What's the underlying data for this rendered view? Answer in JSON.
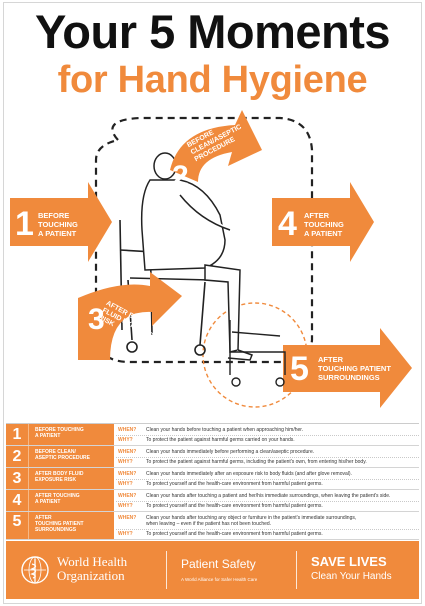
{
  "title": {
    "line1": "Your 5 Moments",
    "line2": "for Hand Hygiene"
  },
  "moments": [
    {
      "num": "1",
      "label_lines": [
        "BEFORE",
        "TOUCHING",
        "A PATIENT"
      ]
    },
    {
      "num": "2",
      "label_lines": [
        "BEFORE",
        "CLEAN/ASEPTIC",
        "PROCEDURE"
      ]
    },
    {
      "num": "3",
      "label_lines": [
        "AFTER BODY",
        "FLUID EXPOSURE",
        "RISK"
      ]
    },
    {
      "num": "4",
      "label_lines": [
        "AFTER",
        "TOUCHING",
        "A PATIENT"
      ]
    },
    {
      "num": "5",
      "label_lines": [
        "AFTER",
        "TOUCHING PATIENT",
        "SURROUNDINGS"
      ]
    }
  ],
  "table": {
    "when_label": "WHEN?",
    "why_label": "WHY?",
    "rows": [
      {
        "num": "1",
        "label_lines": [
          "BEFORE TOUCHING",
          "A PATIENT"
        ],
        "when": "Clean your hands before touching a patient when approaching him/her.",
        "why": "To protect the patient against harmful germs carried on your hands."
      },
      {
        "num": "2",
        "label_lines": [
          "BEFORE CLEAN/",
          "ASEPTIC PROCEDURE"
        ],
        "when": "Clean your hands immediately before performing a clean/aseptic procedure.",
        "why": "To protect the patient against harmful germs, including the patient's own, from entering his/her body."
      },
      {
        "num": "3",
        "label_lines": [
          "AFTER BODY FLUID",
          "EXPOSURE RISK"
        ],
        "when": "Clean your hands immediately after an exposure risk to body fluids (and after glove removal).",
        "why": "To protect yourself and the health-care environment from harmful patient germs."
      },
      {
        "num": "4",
        "label_lines": [
          "AFTER TOUCHING",
          "A PATIENT"
        ],
        "when": "Clean your hands after touching a patient and her/his immediate surroundings, when leaving the patient's side.",
        "why": "To protect yourself and the health-care environment from harmful patient germs."
      },
      {
        "num": "5",
        "label_lines": [
          "AFTER",
          "TOUCHING PATIENT",
          "SURROUNDINGS"
        ],
        "when": "Clean your hands after touching any object or furniture in the patient's immediate surroundings,",
        "when2": "when leaving – even if the patient has not been touched.",
        "why": "To protect yourself and the health-care environment from harmful patient germs."
      }
    ]
  },
  "footer": {
    "who_line1": "World Health",
    "who_line2": "Organization",
    "ps_title": "Patient Safety",
    "ps_sub": "A World Alliance for Safer Health Care",
    "sl_title": "SAVE LIVES",
    "sl_sub": "Clean Your Hands"
  },
  "colors": {
    "accent": "#f08a3c",
    "text": "#111111"
  }
}
